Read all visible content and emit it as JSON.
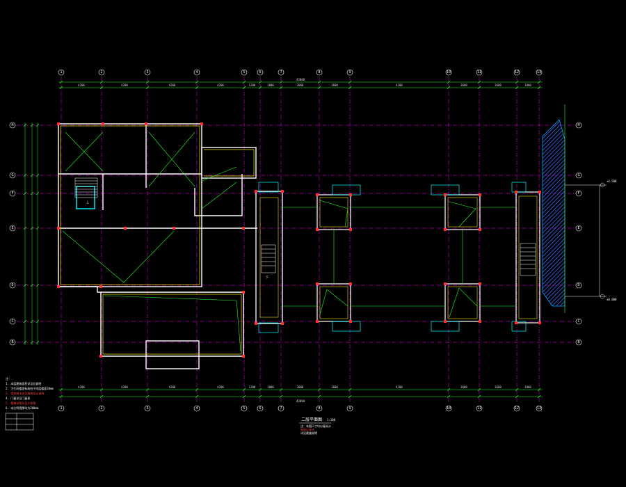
{
  "drawing": {
    "title": "二层平面图",
    "scale": "1:100",
    "title_notes": [
      "注：本图尺寸均以毫米计",
      "标高以米计",
      "详见建施说明"
    ],
    "left_notes_header": "注：",
    "left_notes": [
      "1. 本层建筑面积详见总说明",
      "2. 卫生间楼面标高低于同层楼面20mm",
      "3. 墙体做法详见建筑设计说明",
      "4. 门窗详见门窗表",
      "5. 楼梯详图另见大样图",
      "6. 未注明墙厚均为200mm"
    ],
    "elevation_tags": [
      "±0.000",
      "+4.500"
    ],
    "stair_labels": [
      "上",
      "下"
    ]
  },
  "grids": {
    "columns": [
      "1",
      "2",
      "3",
      "4",
      "5",
      "6",
      "7",
      "8",
      "9",
      "10",
      "11",
      "12",
      "13"
    ],
    "rows": [
      "H",
      "G",
      "F",
      "E",
      "D",
      "C",
      "B"
    ],
    "top_dims": [
      "4200",
      "4200",
      "4200",
      "4200",
      "1200",
      "1800",
      "3000",
      "3600",
      "4200",
      "3600",
      "3600",
      "1800"
    ],
    "total_dim": "43800"
  },
  "colors": {
    "background": "#000000",
    "grid_axis": "#ff00ff",
    "wall": "#ffffff",
    "dimension": "#00ff00",
    "column": "#ff3030",
    "note": "#ffff00",
    "hatch": "#3060ff",
    "text": "#ffffff"
  }
}
